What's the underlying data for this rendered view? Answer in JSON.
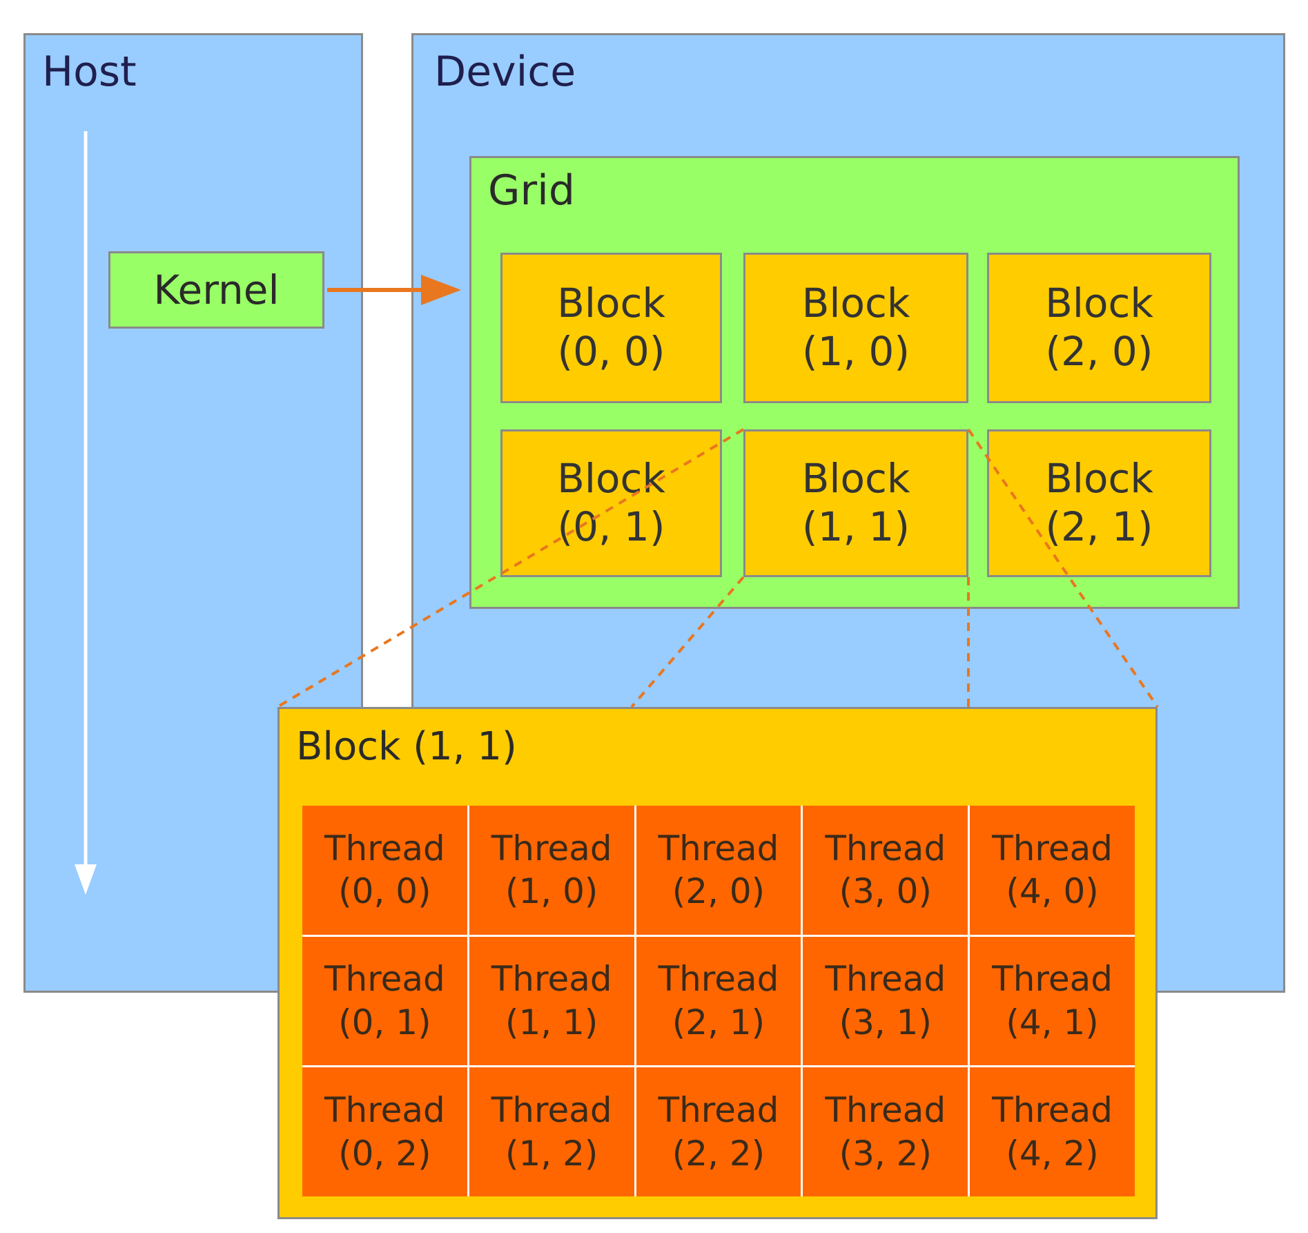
{
  "host": {
    "title": "Host",
    "kernel_label": "Kernel"
  },
  "device": {
    "title": "Device",
    "grid": {
      "title": "Grid",
      "blocks": [
        {
          "label": "Block",
          "coord": "(0, 0)"
        },
        {
          "label": "Block",
          "coord": "(1, 0)"
        },
        {
          "label": "Block",
          "coord": "(2, 0)"
        },
        {
          "label": "Block",
          "coord": "(0, 1)"
        },
        {
          "label": "Block",
          "coord": "(1, 1)"
        },
        {
          "label": "Block",
          "coord": "(2, 1)"
        }
      ]
    }
  },
  "expanded_block": {
    "title": "Block (1, 1)",
    "threads": [
      {
        "label": "Thread",
        "coord": "(0, 0)"
      },
      {
        "label": "Thread",
        "coord": "(1, 0)"
      },
      {
        "label": "Thread",
        "coord": "(2, 0)"
      },
      {
        "label": "Thread",
        "coord": "(3, 0)"
      },
      {
        "label": "Thread",
        "coord": "(4, 0)"
      },
      {
        "label": "Thread",
        "coord": "(0, 1)"
      },
      {
        "label": "Thread",
        "coord": "(1, 1)"
      },
      {
        "label": "Thread",
        "coord": "(2, 1)"
      },
      {
        "label": "Thread",
        "coord": "(3, 1)"
      },
      {
        "label": "Thread",
        "coord": "(4, 1)"
      },
      {
        "label": "Thread",
        "coord": "(0, 2)"
      },
      {
        "label": "Thread",
        "coord": "(1, 2)"
      },
      {
        "label": "Thread",
        "coord": "(2, 2)"
      },
      {
        "label": "Thread",
        "coord": "(3, 2)"
      },
      {
        "label": "Thread",
        "coord": "(4, 2)"
      }
    ]
  },
  "colors": {
    "panel": "#99ccff",
    "grid": "#99ff66",
    "block": "#ffcc00",
    "thread": "#ff6600",
    "arrow": "#e8771f",
    "timeline_arrow": "#ffffff"
  },
  "icons": {
    "host_timeline": "down-arrow-icon",
    "launch": "right-arrow-icon"
  }
}
